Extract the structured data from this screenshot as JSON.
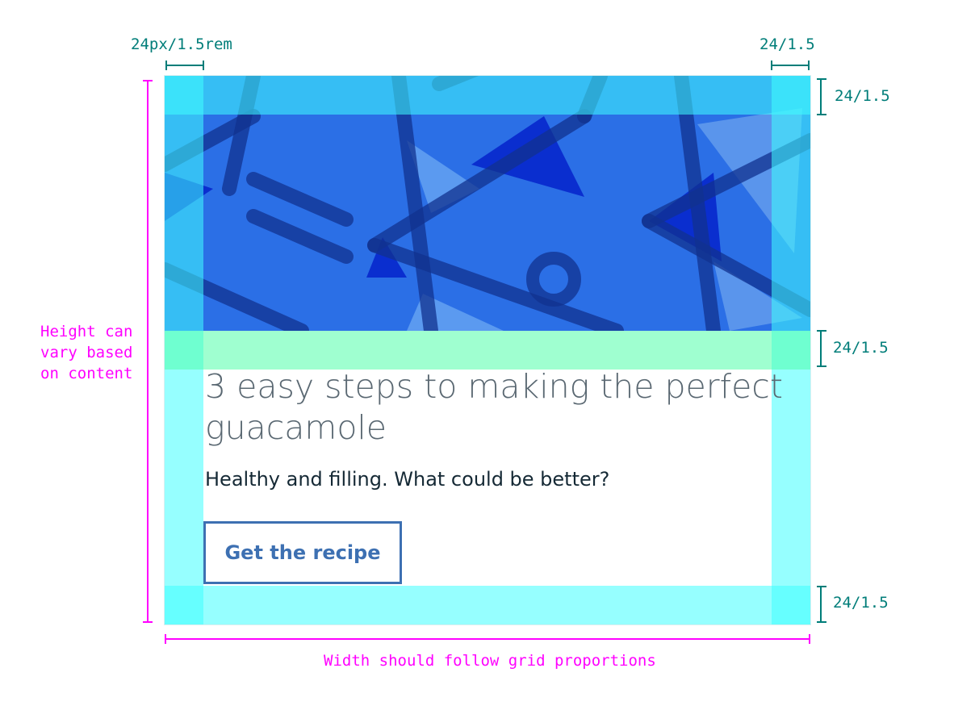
{
  "card": {
    "title": "3 easy steps to making the perfect guacamole",
    "subtitle": "Healthy and filling. What could be better?",
    "cta_label": "Get the recipe"
  },
  "annotations": {
    "left_padding": "24px/1.5rem",
    "right_padding": "24/1.5",
    "top_padding": "24/1.5",
    "gap_padding": "24/1.5",
    "bottom_padding": "24/1.5",
    "height_note": "Height can\nvary based\non content",
    "width_note": "Width should follow grid proportions"
  },
  "colors": {
    "annotation_teal": "#007d79",
    "annotation_magenta": "#ff00ff",
    "padding_cyan": "#40ffff",
    "padding_green": "#50ffaa",
    "cta_blue": "#3d70b2",
    "hero_blue": "#2b6fe6"
  }
}
